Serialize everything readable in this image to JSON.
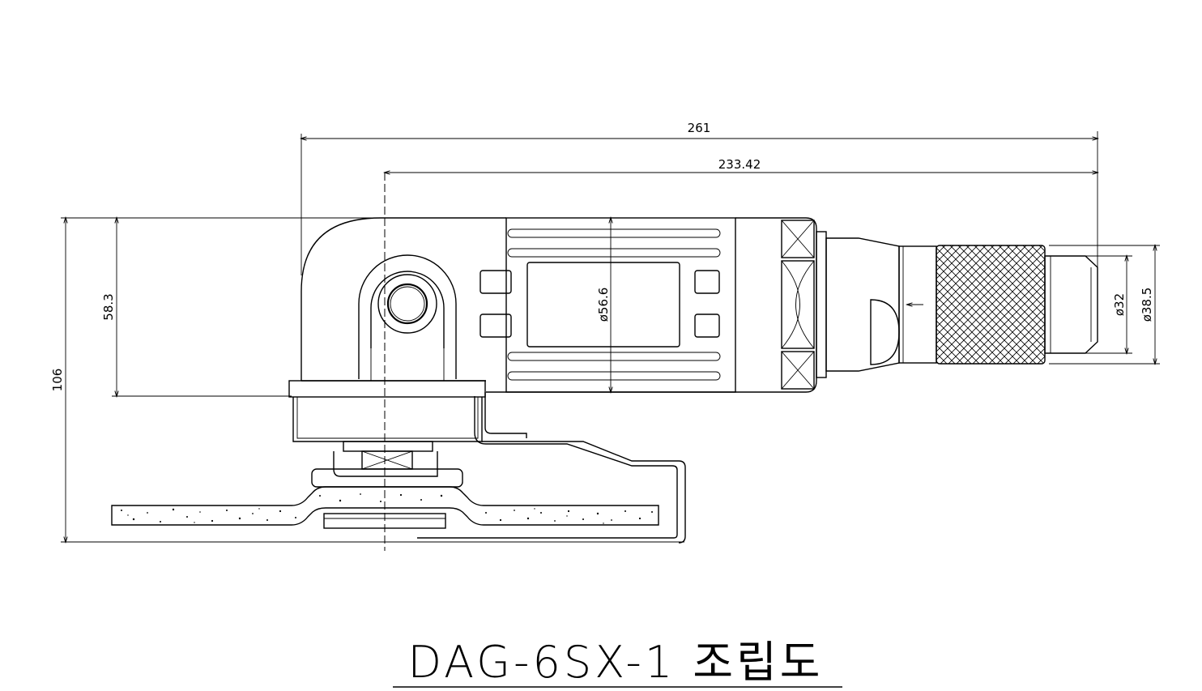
{
  "dimensions": {
    "overall_length": "261",
    "body_length": "233.42",
    "overall_height": "106",
    "head_height": "58.3",
    "body_diameter": "ø56.6",
    "inlet_diameter": "ø32",
    "nut_diameter": "ø38.5"
  },
  "title": "DAG-6SX-1 조립도"
}
